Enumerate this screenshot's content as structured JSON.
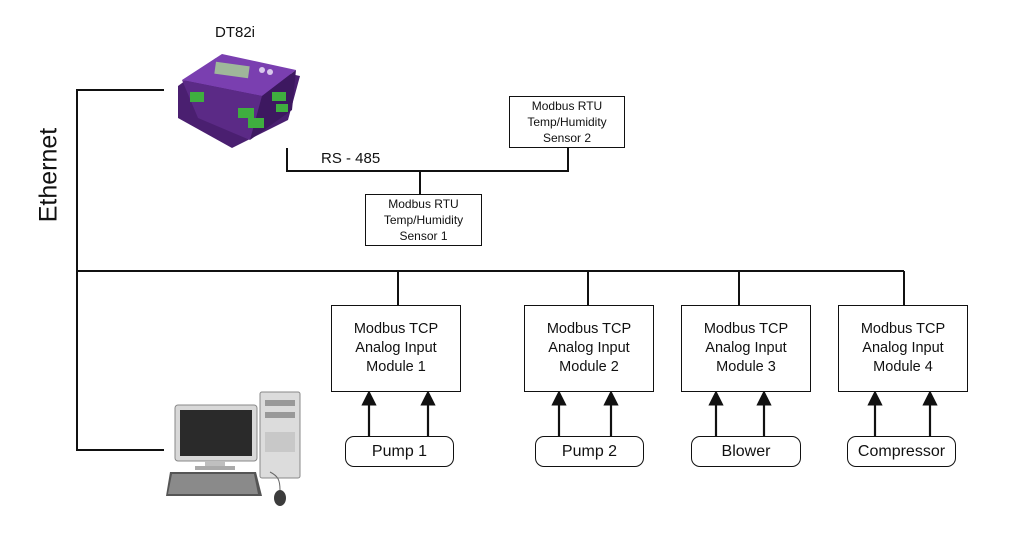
{
  "device": {
    "name": "DT82i"
  },
  "network": {
    "ethernet_label": "Ethernet",
    "rs485_label": "RS - 485"
  },
  "rtu_sensors": [
    {
      "lines": [
        "Modbus RTU",
        "Temp/Humidity",
        "Sensor 1"
      ]
    },
    {
      "lines": [
        "Modbus RTU",
        "Temp/Humidity",
        "Sensor 2"
      ]
    }
  ],
  "tcp_modules": [
    {
      "lines": [
        "Modbus TCP",
        "Analog Input",
        "Module 1"
      ],
      "input": "Pump 1"
    },
    {
      "lines": [
        "Modbus TCP",
        "Analog Input",
        "Module 2"
      ],
      "input": "Pump 2"
    },
    {
      "lines": [
        "Modbus TCP",
        "Analog Input",
        "Module 3"
      ],
      "input": "Blower"
    },
    {
      "lines": [
        "Modbus TCP",
        "Analog Input",
        "Module 4"
      ],
      "input": "Compressor"
    }
  ],
  "colors": {
    "device_body": "#5b2a86",
    "device_terminal": "#3fae3f",
    "line": "#111111"
  }
}
